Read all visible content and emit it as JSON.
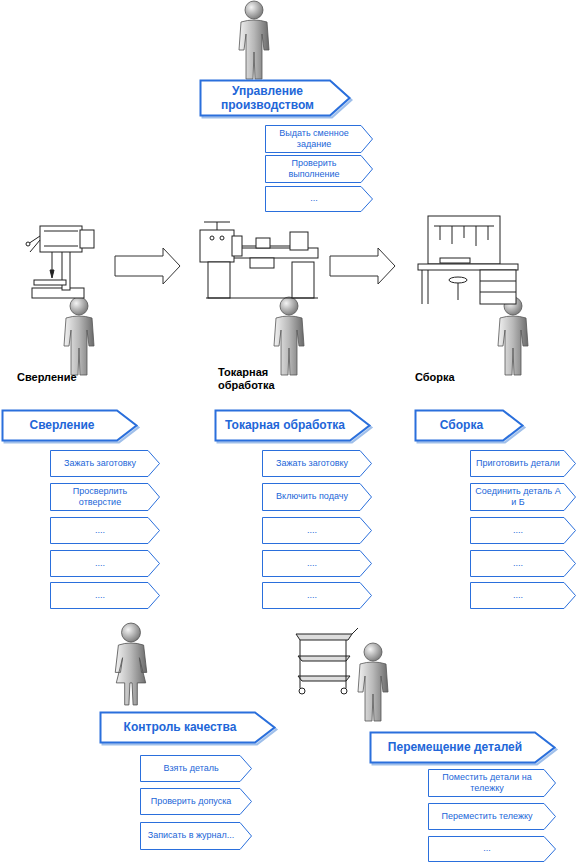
{
  "diagram": {
    "nodes": [
      {
        "text": [
          "Управление производством"
        ]
      },
      {
        "text": [
          "Выдать сменное задание"
        ]
      },
      {
        "text": [
          "Проверить выполнение"
        ]
      },
      {
        "text": [
          "..."
        ]
      },
      {
        "text": [
          "Сверление"
        ]
      },
      {
        "text": [
          "Зажать заготовку"
        ]
      },
      {
        "text": [
          "Просверлить отверстие"
        ]
      },
      {
        "text": [
          "...."
        ]
      },
      {
        "text": [
          "...."
        ]
      },
      {
        "text": [
          "...."
        ]
      },
      {
        "text": [
          "Токарная обработка"
        ]
      },
      {
        "text": [
          "Зажать заготовку"
        ]
      },
      {
        "text": [
          "Включить подачу"
        ]
      },
      {
        "text": [
          "...."
        ]
      },
      {
        "text": [
          "...."
        ]
      },
      {
        "text": [
          "...."
        ]
      },
      {
        "text": [
          "Сборка"
        ]
      },
      {
        "text": [
          "Приготовить детали"
        ]
      },
      {
        "text": [
          "Соединить деталь А и Б"
        ]
      },
      {
        "text": [
          "...."
        ]
      },
      {
        "text": [
          "...."
        ]
      },
      {
        "text": [
          "...."
        ]
      },
      {
        "text": [
          "Контроль качества"
        ]
      },
      {
        "text": [
          "Взять деталь"
        ]
      },
      {
        "text": [
          "Проверить допуска"
        ]
      },
      {
        "text": [
          "Записать в журнал..."
        ]
      },
      {
        "text": [
          "Перемещение деталей"
        ]
      },
      {
        "text": [
          "Поместить детали на тележку"
        ]
      },
      {
        "text": [
          "Переместить тележку"
        ]
      },
      {
        "text": [
          "..."
        ]
      }
    ],
    "labels": [
      "Сверление",
      "Токарная обработка",
      "Сборка"
    ]
  }
}
